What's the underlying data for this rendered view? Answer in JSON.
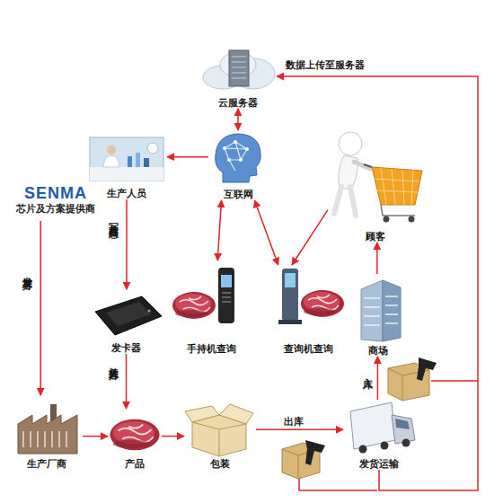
{
  "diagram": {
    "nodes": [
      {
        "text": [
          "云服务器"
        ]
      },
      {
        "text": [
          "生产人员"
        ]
      },
      {
        "text": [
          "互联网"
        ]
      },
      {
        "text": [
          "SENMA",
          "芯片及方案提供商"
        ]
      },
      {
        "text": [
          "顾客"
        ]
      },
      {
        "text": [
          "发卡器"
        ]
      },
      {
        "text": [
          "手持机查询"
        ]
      },
      {
        "text": [
          "查询机查询"
        ]
      },
      {
        "text": [
          "商场"
        ]
      },
      {
        "text": [
          "生产厂商"
        ]
      },
      {
        "text": [
          "产品"
        ]
      },
      {
        "text": [
          "包装"
        ]
      },
      {
        "text": [
          "发货运输"
        ]
      }
    ],
    "edges": [
      {
        "from": 3,
        "to": 9,
        "arrow": "to",
        "label": "发放芯片"
      },
      {
        "from": 1,
        "to": 5,
        "arrow": "to",
        "label": "写入芯片信息"
      },
      {
        "from": 5,
        "to": 10,
        "arrow": "to",
        "label": "植入芯片"
      },
      {
        "from": 9,
        "to": 10,
        "arrow": "to"
      },
      {
        "from": 10,
        "to": 11,
        "arrow": "to"
      },
      {
        "from": 11,
        "to": 12,
        "arrow": "to",
        "label": "出库"
      },
      {
        "from": 12,
        "to": 8,
        "arrow": "to",
        "label": "入库"
      },
      {
        "from": 8,
        "to": 4,
        "arrow": "to"
      },
      {
        "from": 4,
        "to": 7,
        "arrow": "to"
      },
      {
        "from": 2,
        "to": 1,
        "arrow": "to"
      },
      {
        "from": 2,
        "to": 0,
        "arrow": "both"
      },
      {
        "from": 2,
        "to": 6,
        "arrow": "both"
      },
      {
        "from": 2,
        "to": 7,
        "arrow": "both"
      },
      {
        "from": 12,
        "to": 0,
        "arrow": "to",
        "label": "数据上传至服务器"
      }
    ]
  }
}
